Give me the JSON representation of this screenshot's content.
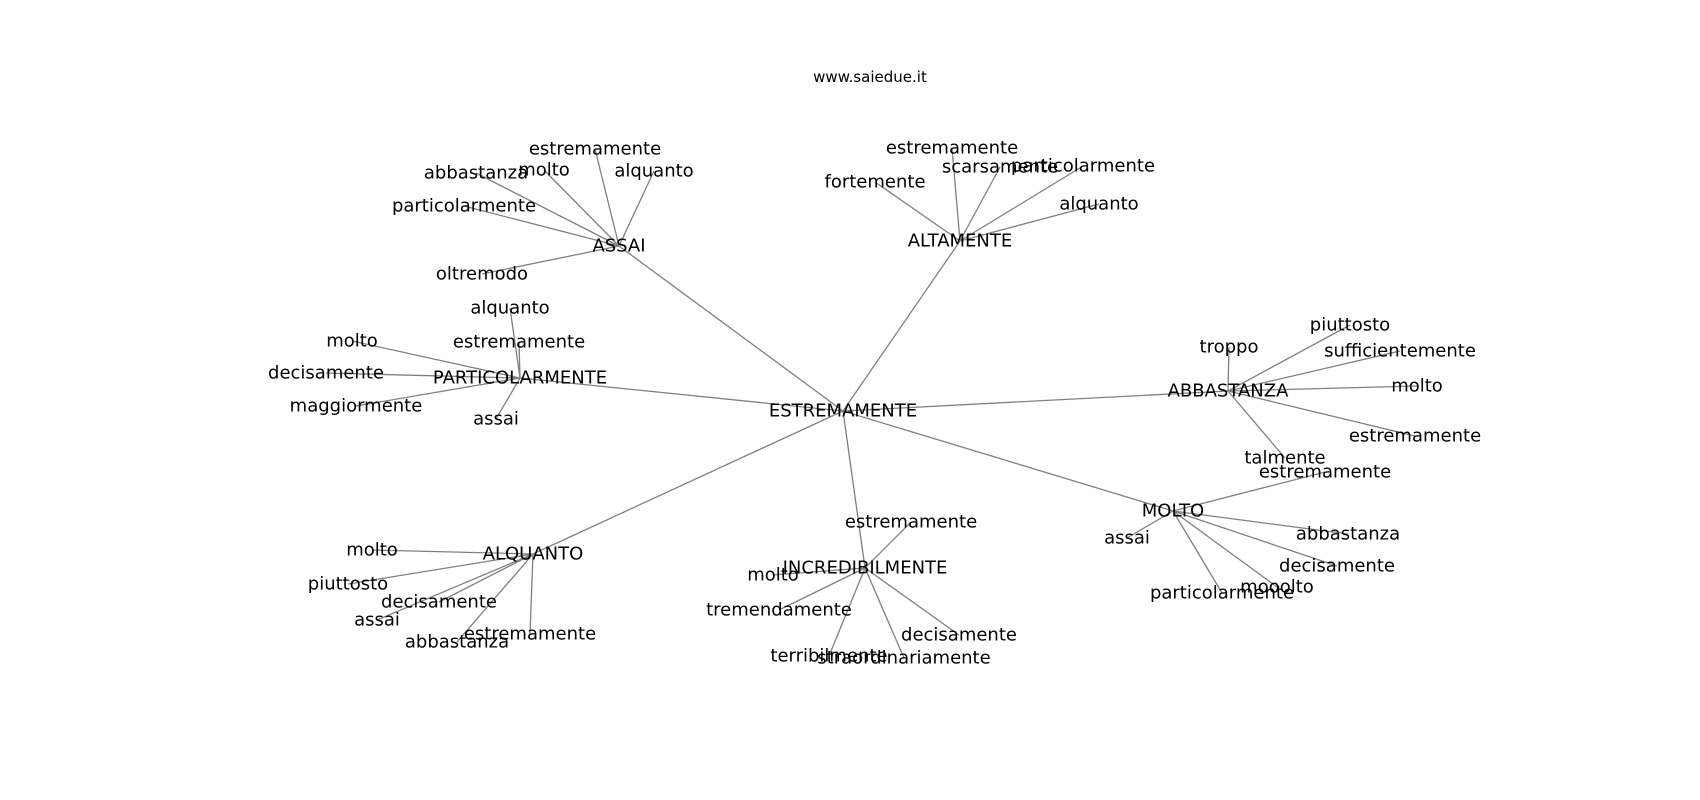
{
  "title": "www.saiedue.it",
  "colors": {
    "edge": "#808080",
    "text": "#000000",
    "background": "#ffffff"
  },
  "graph": {
    "root": "ESTREMAMENTE",
    "hubs": [
      {
        "label": "ASSAI",
        "words": [
          "estremamente",
          "abbastanza",
          "molto",
          "alquanto",
          "particolarmente",
          "oltremodo"
        ]
      },
      {
        "label": "ALTAMENTE",
        "words": [
          "estremamente",
          "fortemente",
          "scarsamente",
          "particolarmente",
          "alquanto"
        ]
      },
      {
        "label": "PARTICOLARMENTE",
        "words": [
          "alquanto",
          "molto",
          "estremamente",
          "decisamente",
          "maggiormente",
          "assai"
        ]
      },
      {
        "label": "ABBASTANZA",
        "words": [
          "piuttosto",
          "troppo",
          "sufficientemente",
          "molto",
          "estremamente",
          "talmente"
        ]
      },
      {
        "label": "MOLTO",
        "words": [
          "estremamente",
          "assai",
          "abbastanza",
          "decisamente",
          "mooolto",
          "particolarmente"
        ]
      },
      {
        "label": "ALQUANTO",
        "words": [
          "molto",
          "piuttosto",
          "decisamente",
          "assai",
          "estremamente",
          "abbastanza"
        ]
      },
      {
        "label": "INCREDIBILMENTE",
        "words": [
          "estremamente",
          "molto",
          "tremendamente",
          "decisamente",
          "terribilmente",
          "straordinariamente"
        ]
      }
    ]
  }
}
